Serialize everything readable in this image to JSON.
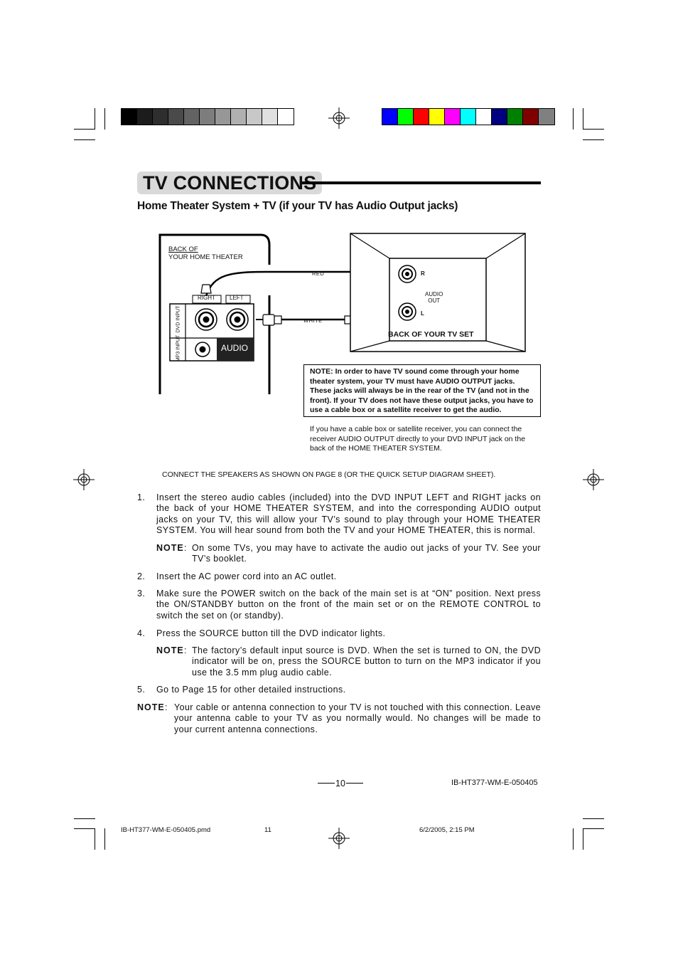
{
  "header": {
    "title": "TV CONNECTIONS",
    "subtitle": "Home Theater System + TV (if your TV has Audio Output jacks)"
  },
  "color_bars": {
    "gray": [
      "#000000",
      "#1c1c1c",
      "#2e2e2e",
      "#4a4a4a",
      "#636363",
      "#7d7d7d",
      "#979797",
      "#b0b0b0",
      "#c8c8c8",
      "#e0e0e0",
      "#ffffff"
    ],
    "color": [
      "#0000ff",
      "#00ff00",
      "#ff0000",
      "#ffff00",
      "#ff00ff",
      "#00ffff",
      "#ffffff",
      "#000080",
      "#008000",
      "#800000",
      "#808080"
    ]
  },
  "diagram": {
    "home_theater_label_1": "BACK OF",
    "home_theater_label_2": "YOUR HOME THEATER",
    "right_label": "RIGHT",
    "left_label": "LEFT",
    "dvd_input_label": "DVD INPUT",
    "mp3_input_label": "MP3 INPUT",
    "audio_label": "AUDIO",
    "red_label": "RED",
    "white_label": "WHITE",
    "tv_r_label": "R",
    "tv_l_label": "L",
    "audio_out_1": "AUDIO",
    "audio_out_2": "OUT",
    "tv_label": "BACK OF YOUR TV SET"
  },
  "note_box": "NOTE: In order to have TV sound come through your home theater system, your TV must have AUDIO OUTPUT jacks. These jacks will always be in the rear of the TV (and not in the front). If your TV does not have these output jacks, you have to use a cable box or a satellite receiver to get the audio.",
  "cable_note": "If you have a cable box or satellite receiver, you can connect the receiver AUDIO OUTPUT directly to your DVD INPUT jack on the back of the HOME THEATER SYSTEM.",
  "speaker_note": "CONNECT THE SPEAKERS AS SHOWN ON PAGE 8 (OR THE QUICK SETUP DIAGRAM SHEET).",
  "steps": [
    {
      "num": "1.",
      "text": "Insert the stereo audio cables (included) into the DVD INPUT LEFT and RIGHT jacks on the back of your HOME THEATER SYSTEM, and into the corresponding AUDIO output jacks on your TV, this will allow your TV’s sound to play through your HOME THEATER SYSTEM. You will hear sound from both the TV and your HOME THEATER, this is normal."
    },
    {
      "num": "2.",
      "text": "Insert the AC power cord into an AC outlet."
    },
    {
      "num": "3.",
      "text": "Make sure the POWER switch on the back of the main set is at “ON” position. Next press the ON/STANDBY button on the front of the main set or on the REMOTE CONTROL to switch the set on (or standby)."
    },
    {
      "num": "4.",
      "text": "Press the SOURCE button till the DVD indicator lights."
    },
    {
      "num": "5.",
      "text": "Go to Page 15 for other detailed instructions."
    }
  ],
  "step_notes": [
    {
      "label": "NOTE",
      "text": "On some TVs, you may have to activate the audio out jacks of your TV. See your TV’s booklet."
    },
    {
      "label": "NOTE",
      "text": "The factory’s default input source is DVD. When the set is turned to ON, the DVD indicator will be on, press the SOURCE button to turn on the MP3 indicator if you use the 3.5 mm plug audio cable."
    }
  ],
  "final_note": {
    "label": "NOTE",
    "text": "Your cable or antenna connection to your TV is not touched with this connection. Leave your antenna cable to your TV as you normally would. No changes will be made to your current antenna connections."
  },
  "footer": {
    "page_number": "10",
    "doc_code": "IB-HT377-WM-E-050405",
    "file_name": "IB-HT377-WM-E-050405.pmd",
    "sheet_number": "11",
    "print_date": "6/2/2005, 2:15 PM"
  }
}
